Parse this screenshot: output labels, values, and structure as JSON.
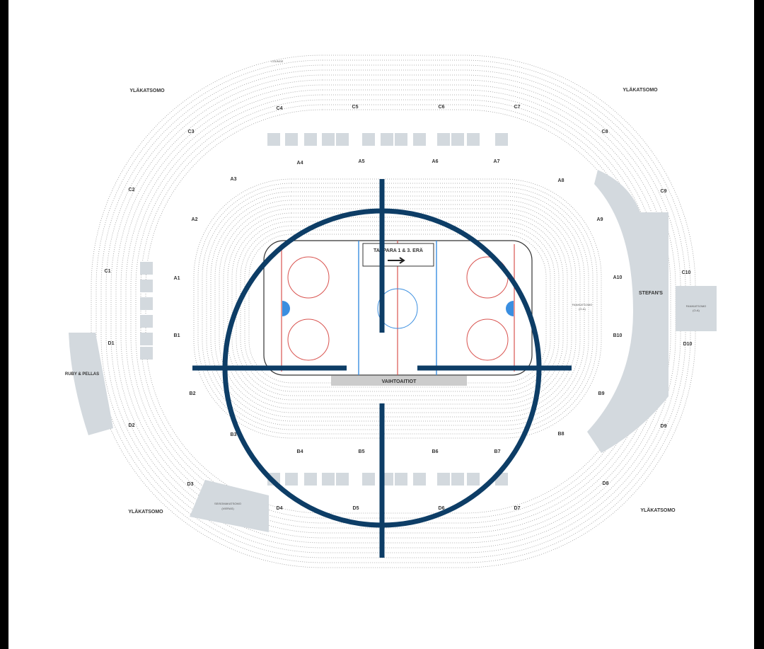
{
  "rink": {
    "scoreboard_text": "TAPPARA 1 & 3. ERÄ",
    "bench_label": "VAIHTOAITIOT"
  },
  "areas": {
    "upper_tier": "YLÄKATSOMO",
    "lounge": "LOUNGE",
    "fan_stand": "FANIKATSOMO",
    "fan_stand_sub": "(O-A)",
    "fan_stand_2": "FANIKATSOMO",
    "fan_stand_2_sub": "(O-A)",
    "stefans": "STEFAN'S",
    "ruby_pellas": "RUBY & PELLAS",
    "away_standing": "SEISOMAKATSOMO",
    "away_standing_sub": "(VIERAS)"
  },
  "sections": [
    "A1",
    "A2",
    "A3",
    "A4",
    "A5",
    "A6",
    "A7",
    "A8",
    "A9",
    "A10",
    "B1",
    "B2",
    "B3",
    "B4",
    "B5",
    "B6",
    "B7",
    "B8",
    "B9",
    "B10",
    "C1",
    "C2",
    "C3",
    "C4",
    "C5",
    "C6",
    "C7",
    "C8",
    "C9",
    "C10",
    "D1",
    "D2",
    "D3",
    "D4",
    "D5",
    "D6",
    "D7",
    "D8",
    "D9",
    "D10"
  ],
  "overlay": {
    "type": "crosshair",
    "color": "#0d3d66"
  },
  "colors": {
    "box": "#d3d9de",
    "red_line": "#d9534f",
    "blue_line": "#3a8ee0",
    "seat": "#8a8a8a"
  }
}
